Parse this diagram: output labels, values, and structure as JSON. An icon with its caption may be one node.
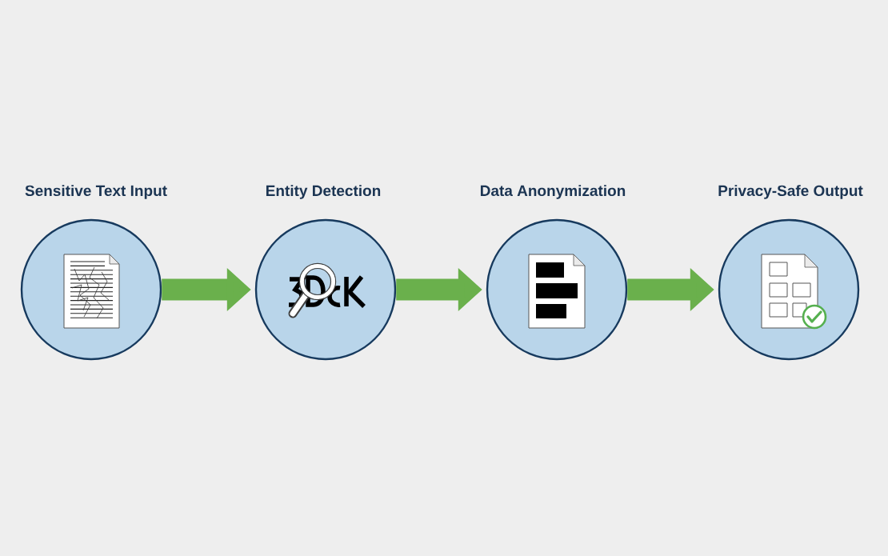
{
  "diagram": {
    "nodes": [
      {
        "text": [
          "Sensitive Text Input"
        ]
      },
      {
        "text": [
          "Entity Detection"
        ]
      },
      {
        "text": [
          "Data Anonymization"
        ]
      },
      {
        "text": [
          "Privacy-Safe Output"
        ]
      }
    ],
    "edges": [
      {
        "from": 0,
        "to": 1,
        "arrow": "to"
      },
      {
        "from": 1,
        "to": 2,
        "arrow": "to"
      },
      {
        "from": 2,
        "to": 3,
        "arrow": "to"
      }
    ]
  }
}
